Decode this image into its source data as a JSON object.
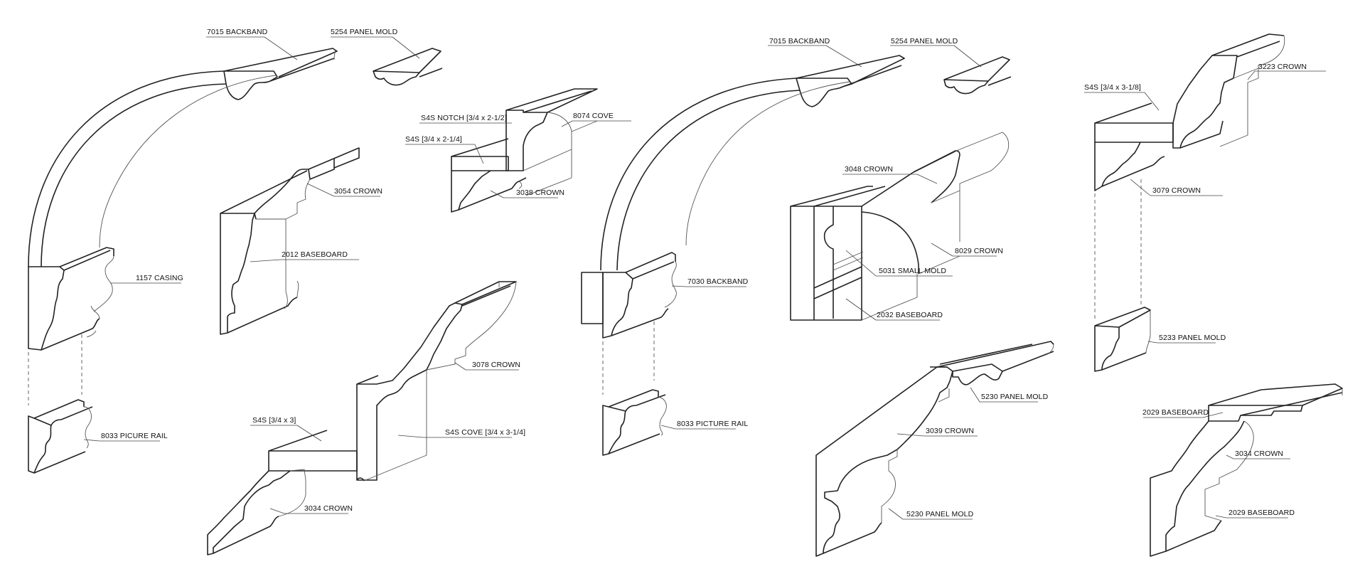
{
  "labels": {
    "l01": "7015 BACKBAND",
    "l02": "5254 PANEL MOLD",
    "l03": "3054 CROWN",
    "l04": "2012 BASEBOARD",
    "l05": "1157 CASING",
    "l06": "8033 PICURE RAIL",
    "l07": "S4S NOTCH [3/4 x 2-1/2]",
    "l08": "8074 COVE",
    "l09": "S4S [3/4 x 2-1/4]",
    "l10": "3038 CROWN",
    "l11": "3078 CROWN",
    "l12": "S4S [3/4 x 3]",
    "l13": "S4S COVE [3/4 x 3-1/4]",
    "l14": "3034 CROWN",
    "l15": "7015 BACKBAND",
    "l16": "5254 PANEL MOLD",
    "l17": "7030 BACKBAND",
    "l18": "8033 PICTURE RAIL",
    "l19": "3048 CROWN",
    "l20": "8029 CROWN",
    "l21": "5031 SMALL MOLD",
    "l22": "2032 BASEBOARD",
    "l23": "5230 PANEL MOLD",
    "l24": "3039 CROWN",
    "l25": "5230 PANEL MOLD",
    "l26": "S4S [3/4 x 3-1/8]",
    "l27": "3223 CROWN",
    "l28": "3079 CROWN",
    "l29": "5233 PANEL MOLD",
    "l30": "2029 BASEBOARD",
    "l31": "3034 CROWN",
    "l32": "2029 BASEBOARD"
  }
}
